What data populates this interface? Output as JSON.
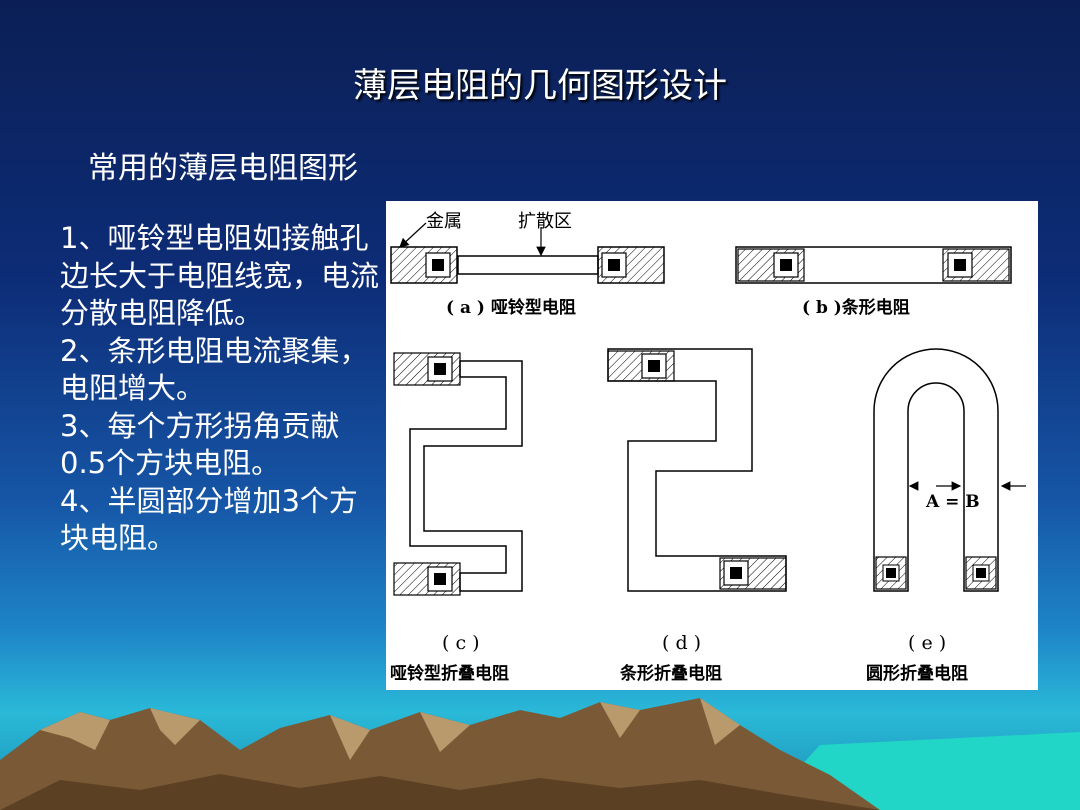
{
  "slide": {
    "title": "薄层电阻的几何图形设计",
    "subtitle": "常用的薄层电阻图形",
    "bullets": [
      "1、哑铃型电阻如接触孔边长大于电阻线宽，电流分散电阻降低。",
      "2、条形电阻电流聚集，电阻增大。",
      "3、每个方形拐角贡献0.5个方块电阻。",
      "4、半圆部分增加3个方块电阻。"
    ]
  },
  "figure": {
    "label_metal": "金属",
    "label_diffusion": "扩散区",
    "caption_a": "( a ) 哑铃型电阻",
    "caption_b": "( b )条形电阻",
    "caption_c_letter": "( c )",
    "caption_c": "哑铃型折叠电阻",
    "caption_d_letter": "( d )",
    "caption_d": "条形折叠电阻",
    "caption_e_letter": "( e )",
    "caption_e": "圆形折叠电阻",
    "dim_label": "A = B"
  }
}
